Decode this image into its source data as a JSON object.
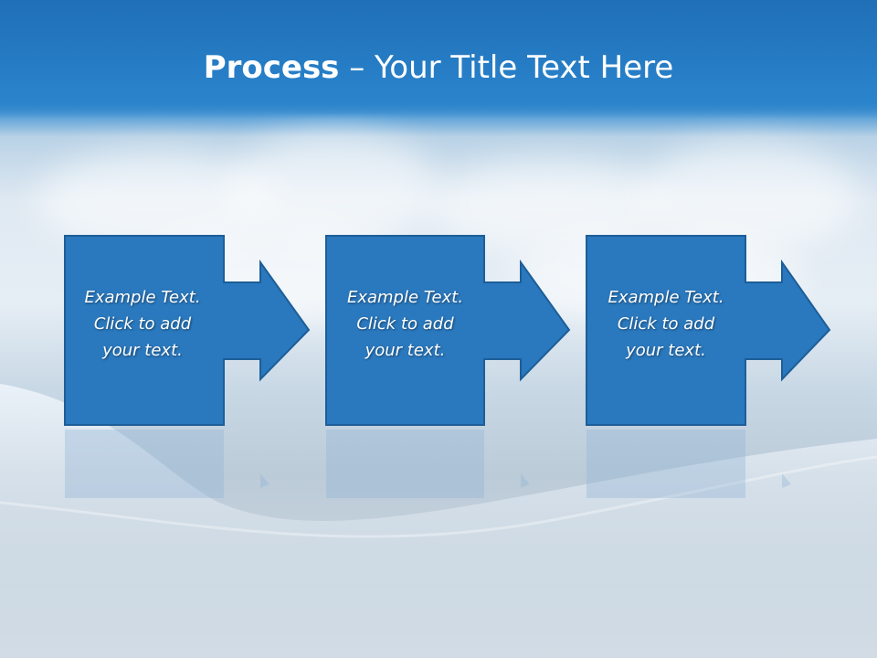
{
  "slide": {
    "title_bold": "Process",
    "title_rest": " – Your Title Text Here"
  },
  "steps": [
    {
      "line1": "Example Text.",
      "line2": "Click  to add",
      "line3": "your text."
    },
    {
      "line1": "Example Text.",
      "line2": "Click  to add",
      "line3": "your text."
    },
    {
      "line1": "Example Text.",
      "line2": "Click  to add",
      "line3": "your text."
    }
  ],
  "colors": {
    "box_fill": "#2a78bd",
    "box_stroke": "#1d5e98",
    "title_band": "#1f6fb7"
  }
}
